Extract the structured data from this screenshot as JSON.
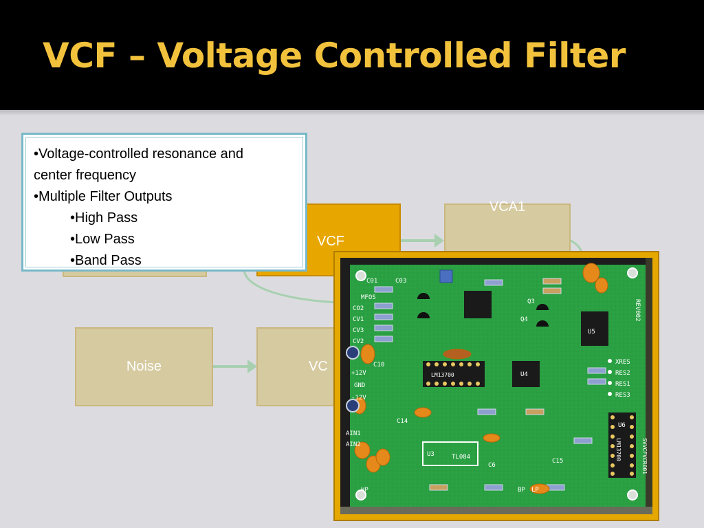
{
  "slide": {
    "title": "VCF – Voltage Controlled Filter"
  },
  "diagram": {
    "blocks": {
      "vcf": "VCF",
      "vca1": "VCA1",
      "noise": "Noise",
      "vca2_partial": "VC"
    }
  },
  "textbox": {
    "bullets": [
      "•Voltage-controlled resonance and",
      "center frequency",
      "•Multiple Filter Outputs"
    ],
    "sub_bullets": [
      "•High Pass",
      "•Low Pass",
      "•Band Pass"
    ]
  },
  "pcb_labels": {
    "c01": "C01",
    "c03": "C03",
    "mfos": "MFOS",
    "co2": "CO2",
    "cv1": "CV1",
    "cv3": "CV3",
    "cv2": "CV2",
    "p12v": "+12V",
    "gnd": "GND",
    "m12v": "-12V",
    "ain1": "AIN1",
    "ain2": "AIN2",
    "hp": "HP",
    "bp": "BP",
    "lp": "LP",
    "u3": "U3",
    "tl084": "TL084",
    "c6": "C6",
    "c15": "C15",
    "c14": "C14",
    "c10": "C10",
    "lm13700_a": "LM13700",
    "lm13700_b": "LM13700",
    "u4": "U4",
    "u5": "U5",
    "u6": "U6",
    "q3": "Q3",
    "q4": "Q4",
    "xres": "XRES",
    "res2": "RES2",
    "res1": "RES1",
    "res3": "RES3",
    "rev": "REV002",
    "board_id": "SVVCFVCR001"
  },
  "colors": {
    "title_bg": "#000000",
    "title_text": "#f3c23c",
    "slide_bg": "#dcdce0",
    "block_fill": "#d6caa0",
    "active_block_fill": "#e8a700",
    "arrow": "#a8d0b0",
    "textbox_border": "#77b8c8",
    "pcb_green": "#2aa043"
  }
}
